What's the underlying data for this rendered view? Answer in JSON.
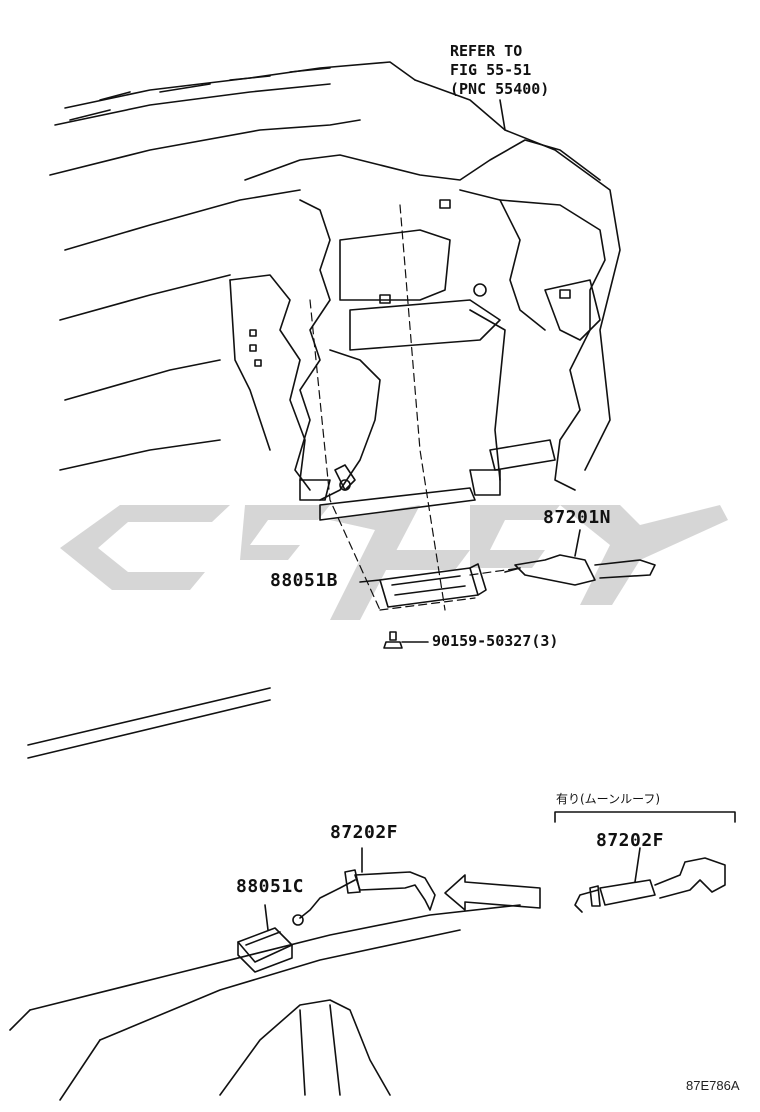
{
  "refer": {
    "line1": "REFER TO",
    "line2": "FIG 55-51",
    "line3": "(PNC 55400)"
  },
  "parts": {
    "p87201N": "87201N",
    "p88051B": "88051B",
    "p90159": "90159-50327(3)",
    "p87202F_left": "87202F",
    "p88051C": "88051C",
    "p87202F_right": "87202F"
  },
  "option_note": "有り(ムーンルーフ)",
  "illustration_code": "87E786A",
  "watermark": {
    "icon": "logo-watermark",
    "color": "#c8c8c8"
  }
}
